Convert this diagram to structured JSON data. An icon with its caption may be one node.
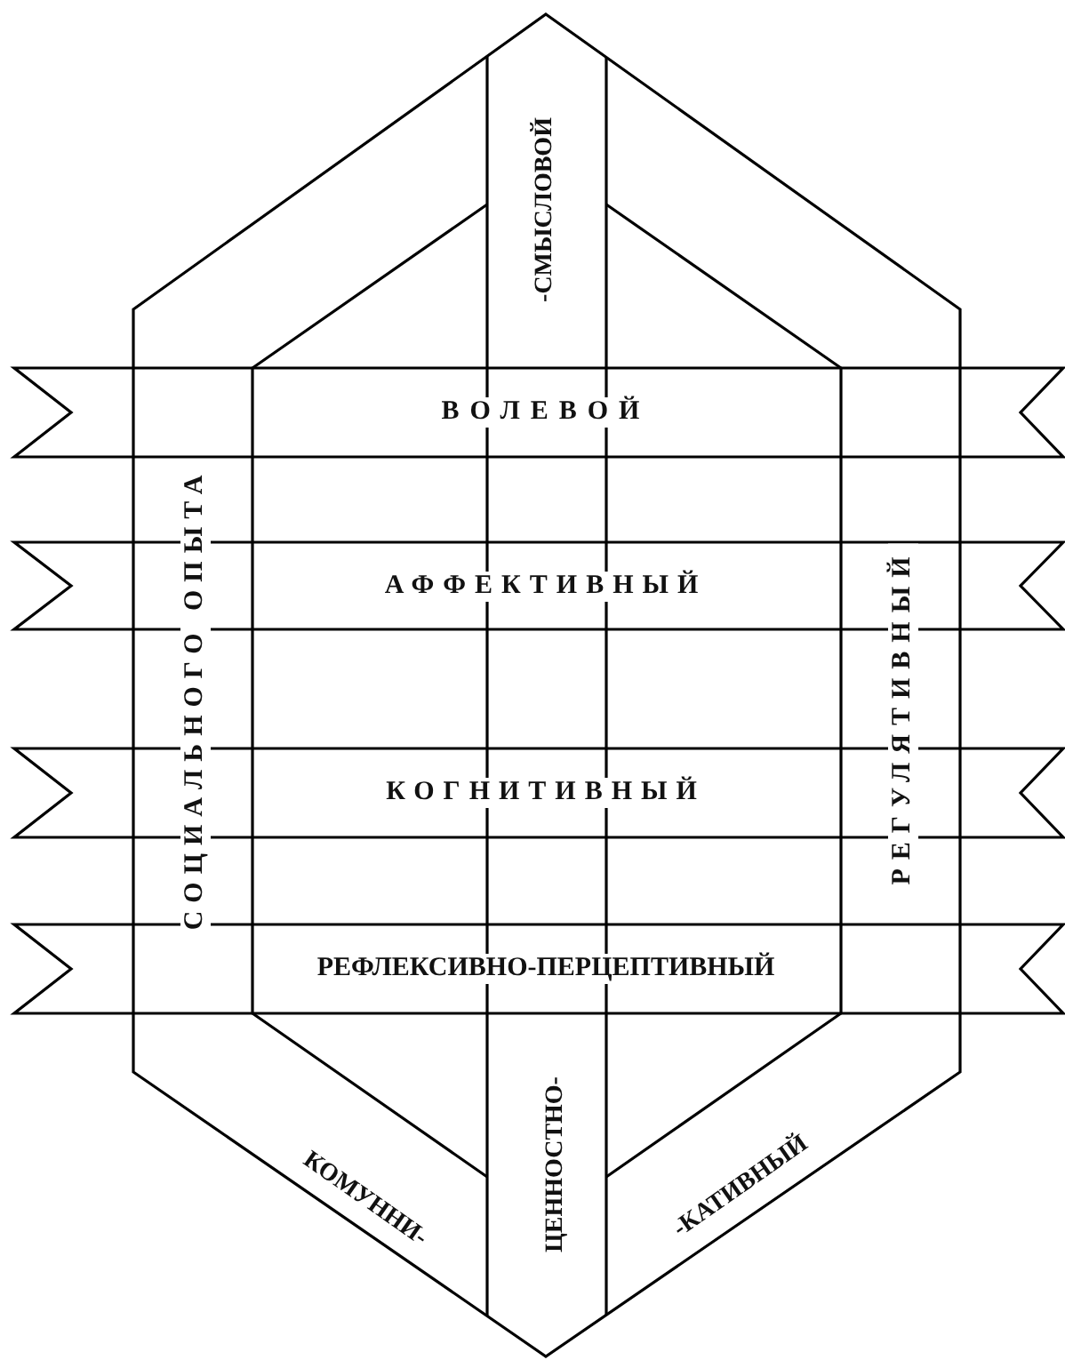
{
  "diagram": {
    "nodes": [
      {
        "text": [
          "-СМЫСЛОВОЙ"
        ]
      },
      {
        "text": [
          "ВОЛЕВОЙ"
        ]
      },
      {
        "text": [
          "АФФЕКТИВНЫЙ"
        ]
      },
      {
        "text": [
          "КОГНИТИВНЫЙ"
        ]
      },
      {
        "text": [
          "РЕФЛЕКСИВНО-ПЕРЦЕПТИВНЫЙ"
        ]
      },
      {
        "text": [
          "СОЦИАЛЬНОГО ОПЫТА"
        ]
      },
      {
        "text": [
          "РЕГУЛЯТИВНЫЙ"
        ]
      },
      {
        "text": [
          "КОМУННИ-"
        ]
      },
      {
        "text": [
          "ЦЕННОСТНО-"
        ]
      },
      {
        "text": [
          "-КАТИВНЫЙ"
        ]
      }
    ]
  }
}
